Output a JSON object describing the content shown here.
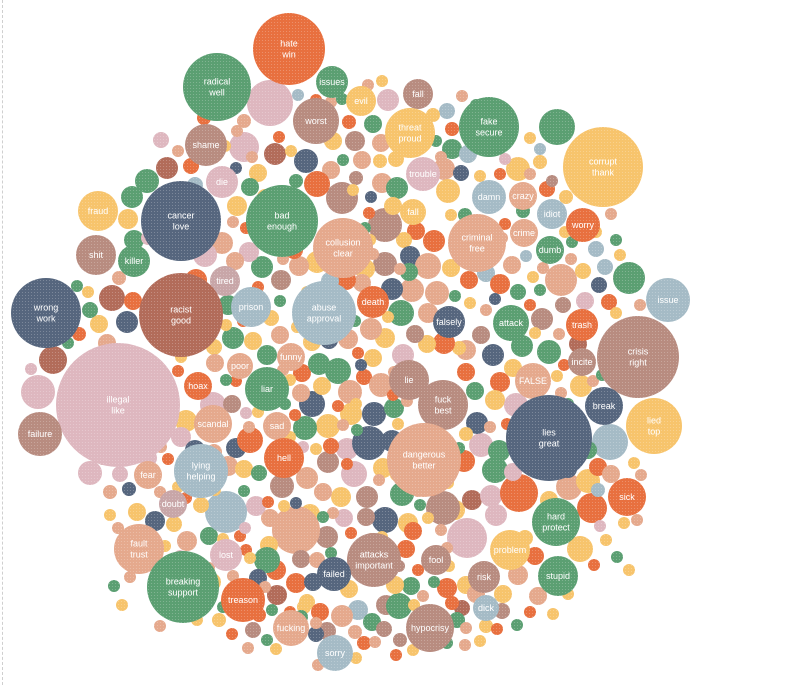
{
  "chart_data": {
    "type": "bubble",
    "title": "",
    "palette": {
      "orange": "#e8703f",
      "green": "#5b9f72",
      "navy": "#56667e",
      "rust": "#b26c5a",
      "pink": "#deb7bf",
      "salmon": "#e5a98d",
      "mauve": "#b88c80",
      "yellow": "#f7c46c",
      "lightblue": "#a5bbc6",
      "gray": "#c8a6a8"
    },
    "labeled_bubbles": [
      {
        "label": [
          "hate",
          "win"
        ],
        "color": "orange",
        "value": 36
      },
      {
        "label": [
          "radical",
          "well"
        ],
        "color": "green",
        "value": 34
      },
      {
        "label": [
          "issues"
        ],
        "color": "green",
        "value": 16
      },
      {
        "label": [
          "evil"
        ],
        "color": "yellow",
        "value": 15
      },
      {
        "label": [
          "fall"
        ],
        "color": "mauve",
        "value": 15
      },
      {
        "label": [
          "worst"
        ],
        "color": "mauve",
        "value": 23
      },
      {
        "label": [
          "threat",
          "proud"
        ],
        "color": "yellow",
        "value": 25
      },
      {
        "label": [
          "fake",
          "secure"
        ],
        "color": "green",
        "value": 30
      },
      {
        "label": [
          "corrupt",
          "thank"
        ],
        "color": "yellow",
        "value": 40
      },
      {
        "label": [
          "shame"
        ],
        "color": "mauve",
        "value": 21
      },
      {
        "label": [
          "die"
        ],
        "color": "pink",
        "value": 16
      },
      {
        "label": [
          "trouble"
        ],
        "color": "pink",
        "value": 17
      },
      {
        "label": [
          "fraud"
        ],
        "color": "yellow",
        "value": 20
      },
      {
        "label": [
          "cancer",
          "love"
        ],
        "color": "navy",
        "value": 40
      },
      {
        "label": [
          "bad",
          "enough"
        ],
        "color": "green",
        "value": 36
      },
      {
        "label": [
          "fall"
        ],
        "color": "yellow",
        "value": 13
      },
      {
        "label": [
          "damn"
        ],
        "color": "lightblue",
        "value": 17
      },
      {
        "label": [
          "crazy"
        ],
        "color": "salmon",
        "value": 14
      },
      {
        "label": [
          "idiot"
        ],
        "color": "lightblue",
        "value": 15
      },
      {
        "label": [
          "worry"
        ],
        "color": "orange",
        "value": 17
      },
      {
        "label": [
          "shit"
        ],
        "color": "mauve",
        "value": 20
      },
      {
        "label": [
          "killer"
        ],
        "color": "green",
        "value": 16
      },
      {
        "label": [
          "collusion",
          "clear"
        ],
        "color": "salmon",
        "value": 30
      },
      {
        "label": [
          "criminal",
          "free"
        ],
        "color": "salmon",
        "value": 29
      },
      {
        "label": [
          "crime"
        ],
        "color": "salmon",
        "value": 14
      },
      {
        "label": [
          "dumb"
        ],
        "color": "green",
        "value": 14
      },
      {
        "label": [
          "tired"
        ],
        "color": "gray",
        "value": 15
      },
      {
        "label": [
          "wrong",
          "work"
        ],
        "color": "navy",
        "value": 35
      },
      {
        "label": [
          "racist",
          "good"
        ],
        "color": "rust",
        "value": 42
      },
      {
        "label": [
          "prison"
        ],
        "color": "lightblue",
        "value": 20
      },
      {
        "label": [
          "abuse",
          "approval"
        ],
        "color": "lightblue",
        "value": 32
      },
      {
        "label": [
          "death"
        ],
        "color": "orange",
        "value": 16
      },
      {
        "label": [
          "falsely"
        ],
        "color": "navy",
        "value": 16
      },
      {
        "label": [
          "attack"
        ],
        "color": "green",
        "value": 18
      },
      {
        "label": [
          "issue"
        ],
        "color": "lightblue",
        "value": 22
      },
      {
        "label": [
          "trash"
        ],
        "color": "orange",
        "value": 16
      },
      {
        "label": [
          "crisis",
          "right"
        ],
        "color": "mauve",
        "value": 41
      },
      {
        "label": [
          "incite"
        ],
        "color": "mauve",
        "value": 14
      },
      {
        "label": [
          "funny"
        ],
        "color": "salmon",
        "value": 14
      },
      {
        "label": [
          "poor"
        ],
        "color": "salmon",
        "value": 13
      },
      {
        "label": [
          "hoax"
        ],
        "color": "orange",
        "value": 14
      },
      {
        "label": [
          "liar"
        ],
        "color": "green",
        "value": 22
      },
      {
        "label": [
          "lie"
        ],
        "color": "mauve",
        "value": 20
      },
      {
        "label": [
          "FALSE"
        ],
        "color": "salmon",
        "value": 18
      },
      {
        "label": [
          "illegal",
          "like"
        ],
        "color": "pink",
        "value": 62
      },
      {
        "label": [
          "fuck",
          "best"
        ],
        "color": "mauve",
        "value": 25
      },
      {
        "label": [
          "break"
        ],
        "color": "navy",
        "value": 19
      },
      {
        "label": [
          "lied",
          "top"
        ],
        "color": "yellow",
        "value": 28
      },
      {
        "label": [
          "lies",
          "great"
        ],
        "color": "navy",
        "value": 43
      },
      {
        "label": [
          "failure"
        ],
        "color": "mauve",
        "value": 22
      },
      {
        "label": [
          "scandal"
        ],
        "color": "salmon",
        "value": 19
      },
      {
        "label": [
          "sad"
        ],
        "color": "salmon",
        "value": 14
      },
      {
        "label": [
          "hell"
        ],
        "color": "orange",
        "value": 20
      },
      {
        "label": [
          "dangerous",
          "better"
        ],
        "color": "salmon",
        "value": 37
      },
      {
        "label": [
          "fear"
        ],
        "color": "salmon",
        "value": 14
      },
      {
        "label": [
          "lying",
          "helping"
        ],
        "color": "lightblue",
        "value": 27
      },
      {
        "label": [
          "sick"
        ],
        "color": "orange",
        "value": 19
      },
      {
        "label": [
          "doubt"
        ],
        "color": "gray",
        "value": 14
      },
      {
        "label": [
          "hard",
          "protect"
        ],
        "color": "green",
        "value": 24
      },
      {
        "label": [
          "fault",
          "trust"
        ],
        "color": "salmon",
        "value": 25
      },
      {
        "label": [
          "lost"
        ],
        "color": "pink",
        "value": 16
      },
      {
        "label": [
          "attacks",
          "important"
        ],
        "color": "mauve",
        "value": 27
      },
      {
        "label": [
          "fool"
        ],
        "color": "mauve",
        "value": 15
      },
      {
        "label": [
          "problem"
        ],
        "color": "yellow",
        "value": 20
      },
      {
        "label": [
          "stupid"
        ],
        "color": "green",
        "value": 20
      },
      {
        "label": [
          "failed"
        ],
        "color": "navy",
        "value": 17
      },
      {
        "label": [
          "risk"
        ],
        "color": "mauve",
        "value": 16
      },
      {
        "label": [
          "breaking",
          "support"
        ],
        "color": "green",
        "value": 36
      },
      {
        "label": [
          "treason"
        ],
        "color": "orange",
        "value": 22
      },
      {
        "label": [
          "dick"
        ],
        "color": "lightblue",
        "value": 13
      },
      {
        "label": [
          "fucking"
        ],
        "color": "salmon",
        "value": 18
      },
      {
        "label": [
          "hypocrisy"
        ],
        "color": "mauve",
        "value": 24
      },
      {
        "label": [
          "sorry"
        ],
        "color": "lightblue",
        "value": 18
      }
    ]
  }
}
